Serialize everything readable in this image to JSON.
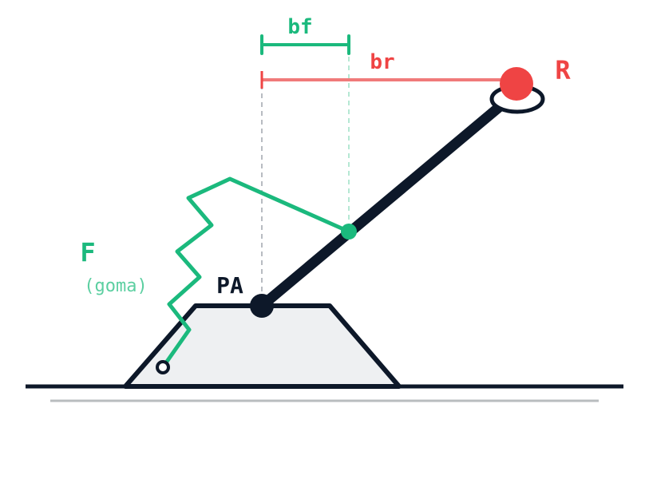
{
  "labels": {
    "bf": "bf",
    "br": "br",
    "r": "R",
    "f": "F",
    "f_note": "(goma)",
    "pivot": "PA"
  },
  "colors": {
    "dark": "#0d1829",
    "green": "#1bb97d",
    "green_text": "#5ccfa1",
    "red": "#ef4444",
    "red_line": "#f07a7a",
    "base_fill": "#eef0f2",
    "guide_gray": "#b8bcc2",
    "guide_green": "#b5e8d3",
    "ground_shadow": "#b9bdbf"
  },
  "icons": {
    "pivot": "pivot-joint-icon",
    "resistance": "resistance-ball-icon",
    "force": "elastic-band-icon"
  }
}
